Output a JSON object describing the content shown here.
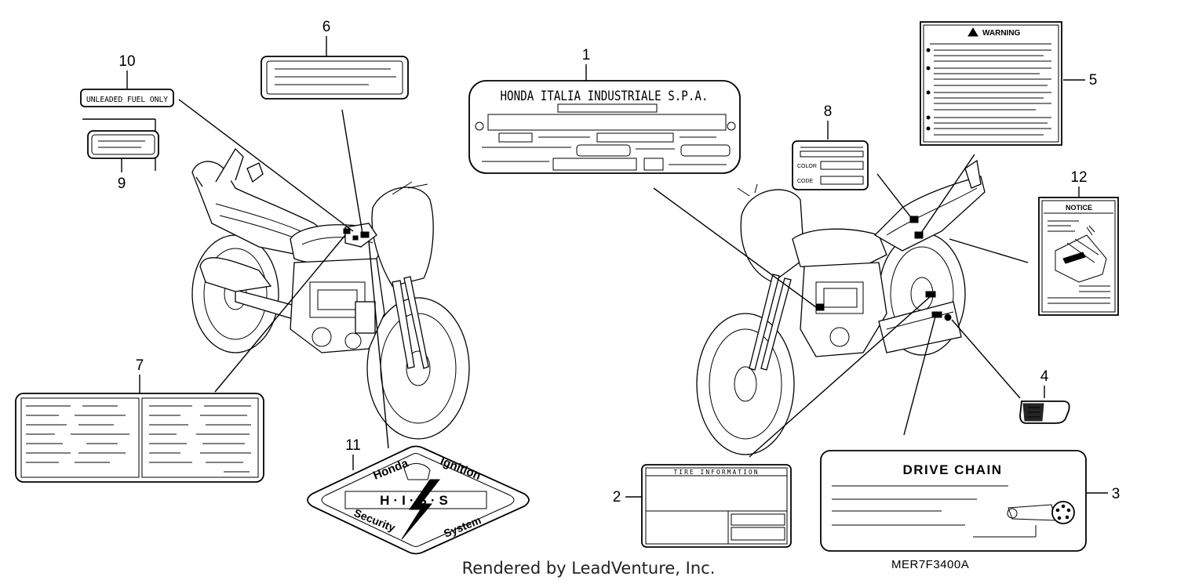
{
  "callouts": {
    "c1": "1",
    "c2": "2",
    "c3": "3",
    "c4": "4",
    "c5": "5",
    "c6": "6",
    "c7": "7",
    "c8": "8",
    "c9": "9",
    "c10": "10",
    "c11": "11",
    "c12": "12"
  },
  "labels": {
    "frame_plate": "HONDA ITALIA INDUSTRIALE S.P.A.",
    "fuel": "UNLEADED FUEL ONLY",
    "warning": "WARNING",
    "notice": "NOTICE",
    "color": "COLOR",
    "code": "CODE",
    "tire": "TIRE INFORMATION",
    "drive_chain": "DRIVE CHAIN",
    "his_honda": "Honda",
    "his_ignition": "Ignition",
    "his_his": "H·I·S·S",
    "his_security": "Security",
    "his_system": "System"
  },
  "footer": {
    "credit": "Rendered by LeadVenture, Inc.",
    "doc_code": "MER7F3400A"
  }
}
